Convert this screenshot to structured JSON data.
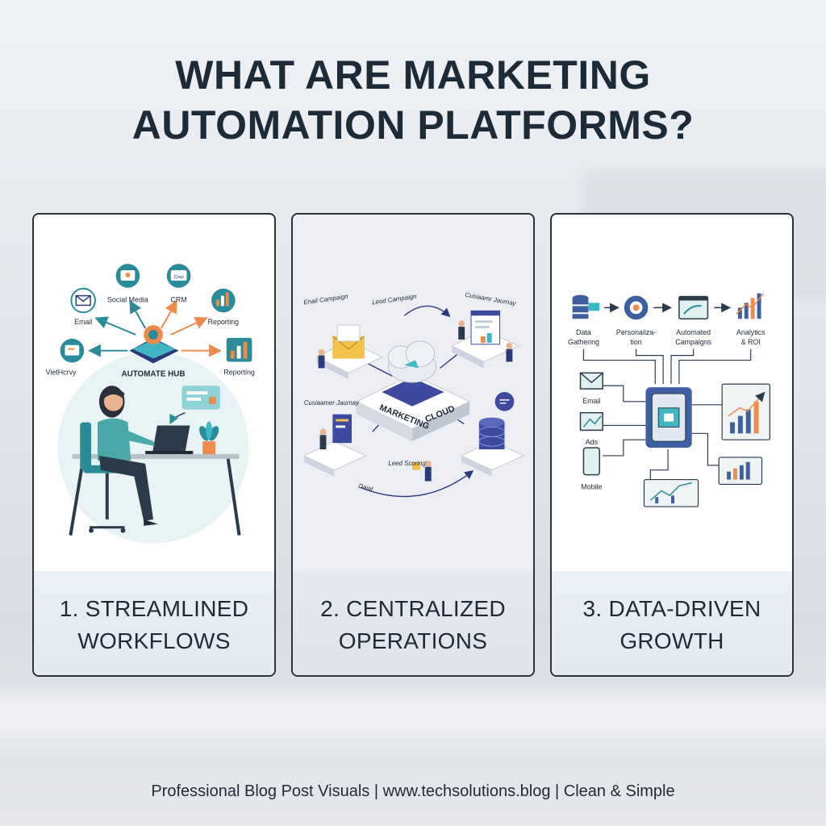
{
  "title": {
    "line1": "WHAT ARE MARKETING",
    "line2": "AUTOMATION PLATFORMS?"
  },
  "cards": [
    {
      "caption_line1": "1. STREAMLINED",
      "caption_line2": "WORKFLOWS",
      "hub_label": "AUTOMATE HUB",
      "nodes": {
        "email": "Email",
        "social": "Social Media",
        "crm": "CRM",
        "reporting_top": "Reporting",
        "left": "VietHcrvy",
        "reporting_right": "Reporting",
        "crm_icon_text": "Cnai"
      }
    },
    {
      "caption_line1": "2. CENTRALIZED",
      "caption_line2": "OPERATIONS",
      "cloud_label_left": "MARKETING",
      "cloud_label_right": "CLOUD",
      "labels": {
        "email_campaign": "Enail Campaign",
        "lead_campaign": "Leod Campaign",
        "customer_journey_top": "Cusiaamr Jaurnay",
        "customer_journey_left": "Cusiaamer Jaurnay",
        "lead_scoring": "Leed Scoring",
        "data": "Daial"
      }
    },
    {
      "caption_line1": "3. DATA-DRIVEN",
      "caption_line2": "GROWTH",
      "steps": [
        {
          "line1": "Data",
          "line2": "Gathering"
        },
        {
          "line1": "Personaliza-",
          "line2": "tion"
        },
        {
          "line1": "Automated",
          "line2": "Campaigns"
        },
        {
          "line1": "Analytics",
          "line2": "& ROI"
        }
      ],
      "channels": [
        "Email",
        "Ads",
        "Mobile"
      ]
    }
  ],
  "footer": "Professional Blog Post Visuals | www.techsolutions.blog | Clean & Simple",
  "colors": {
    "teal": "#2a8c9a",
    "navy": "#2b3a7a",
    "orange": "#ef8a4a",
    "text": "#1f2a36"
  }
}
